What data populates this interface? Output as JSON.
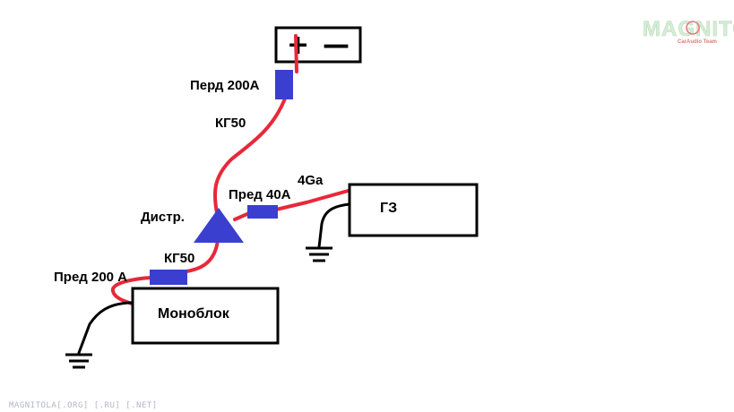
{
  "labels": {
    "fuse_battery": "Перд 200А",
    "cable_top": "КГ50",
    "distributor": "Дистр.",
    "fuse_head_unit": "Пред 40А",
    "cable_head_unit": "4Ga",
    "head_unit": "ГЗ",
    "cable_bottom": "КГ50",
    "fuse_monoblock": "Пред 200 А",
    "monoblock": "Моноблок"
  },
  "battery": {
    "plus": "+",
    "minus": "—"
  },
  "watermark": {
    "logo": "MAGNITOLA",
    "tagline": "CarAudio Team",
    "footer": "MAGNITOLA[.ORG] [.RU] [.NET]"
  },
  "colors": {
    "power_wire": "#e8283a",
    "fuse": "#3a3fd0",
    "distributor": "#3a3fd0",
    "ground_wire": "#000000"
  }
}
